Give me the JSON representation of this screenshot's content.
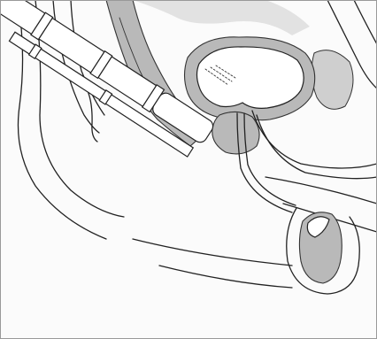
{
  "figure": {
    "structures": [
      "bladder",
      "prostate",
      "rectum",
      "transrectal-ultrasound-probe",
      "needle-guide",
      "urethra",
      "testis"
    ]
  }
}
